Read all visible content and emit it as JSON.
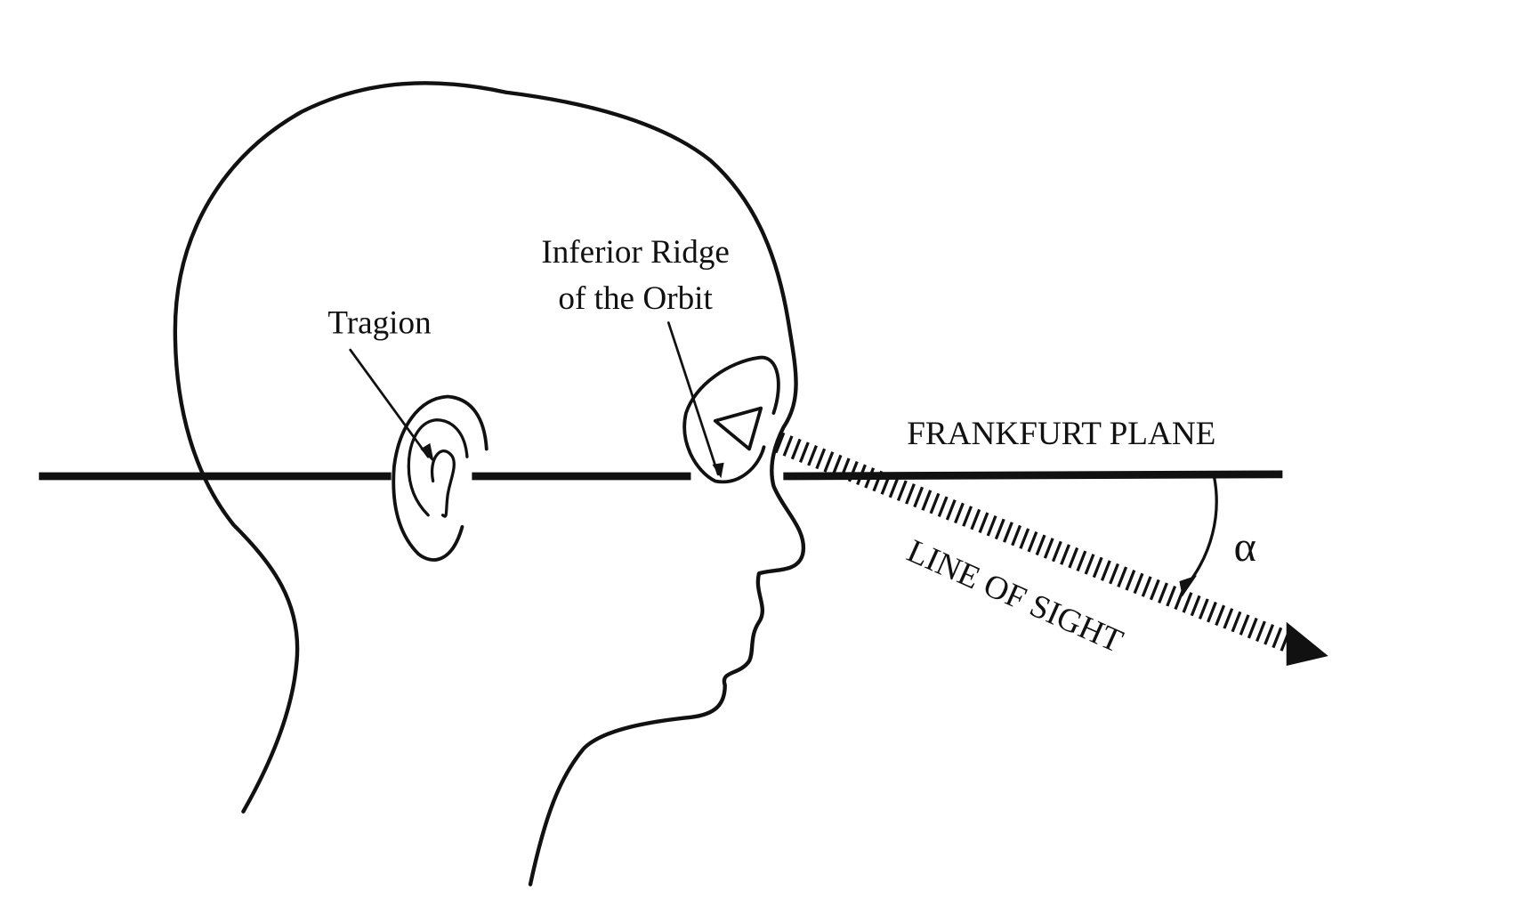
{
  "labels": {
    "tragion": "Tragion",
    "orbit_line1": "Inferior Ridge",
    "orbit_line2": "of the Orbit",
    "frankfurt": "FRANKFURT PLANE",
    "line_of_sight": "LINE OF SIGHT",
    "angle": "α"
  },
  "colors": {
    "ink": "#111111",
    "background": "#ffffff"
  }
}
